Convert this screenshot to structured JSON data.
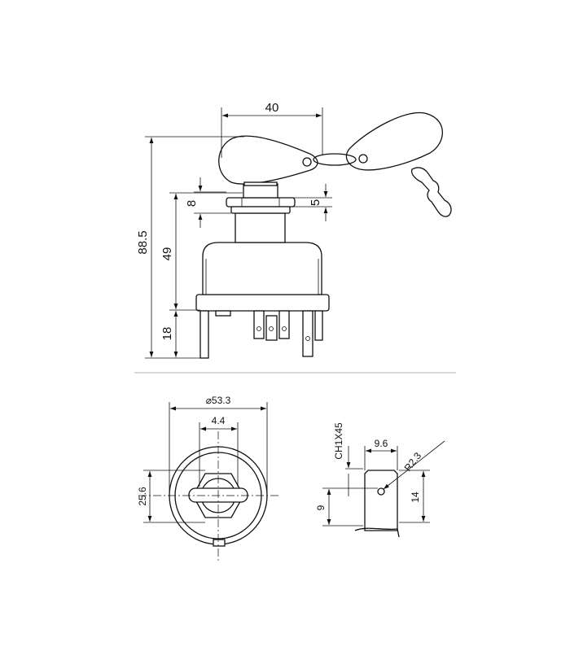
{
  "dimensions": {
    "key_width": "40",
    "overall_height": "88.5",
    "nut_height": "8",
    "washer_height": "5",
    "body_height": "49",
    "terminal_height": "18",
    "diameter": "⌀53.3",
    "slot_width": "4.4",
    "mount_height": "25.6",
    "chamfer": "CH1X45",
    "terminal_width": "9.6",
    "radius": "R2.3",
    "hole_offset": "9",
    "terminal_length": "14"
  }
}
